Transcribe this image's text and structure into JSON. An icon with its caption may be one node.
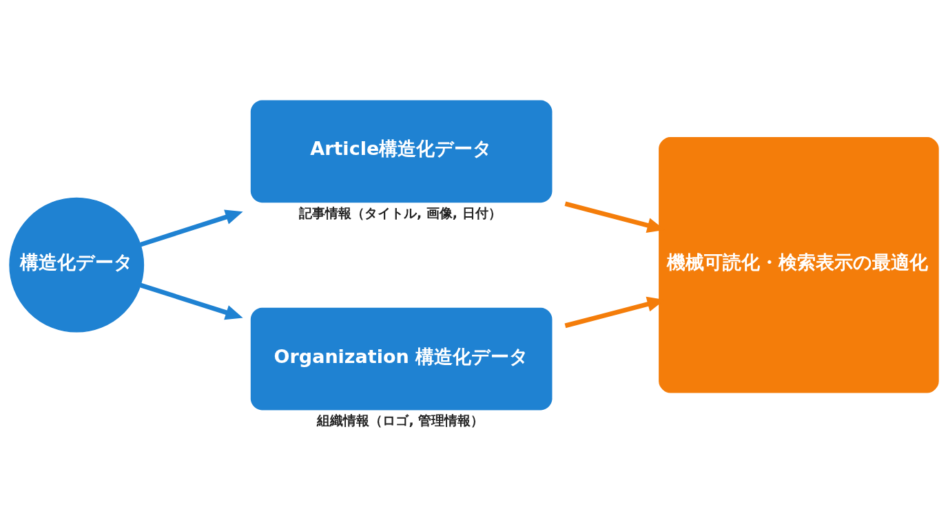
{
  "diagram": {
    "nodes": [
      {
        "text": [
          "構造化データ"
        ]
      },
      {
        "text": [
          "Article構造化データ"
        ],
        "beside": [
          "記事情報（タイトル, 画像, 日付）"
        ]
      },
      {
        "text": [
          "Organization 構造化データ"
        ],
        "beside": [
          "組織情報（ロゴ, 管理情報）"
        ]
      },
      {
        "text": [
          "機械可読化・検索表示の最適化"
        ]
      }
    ],
    "edges": [
      {
        "from": 0,
        "to": 1,
        "arrow": "to",
        "color": "#1f82d2"
      },
      {
        "from": 0,
        "to": 2,
        "arrow": "to",
        "color": "#1f82d2"
      },
      {
        "from": 1,
        "to": 3,
        "arrow": "to",
        "color": "#f47d0a"
      },
      {
        "from": 2,
        "to": 3,
        "arrow": "to",
        "color": "#f47d0a"
      }
    ]
  }
}
